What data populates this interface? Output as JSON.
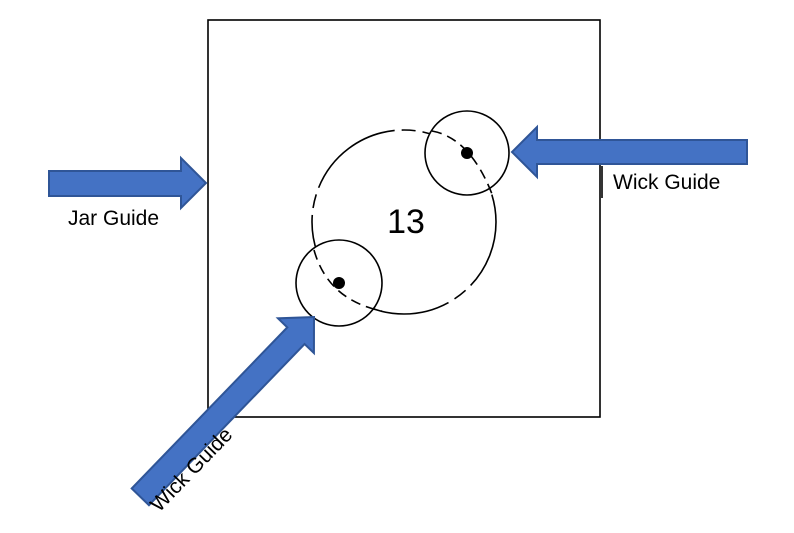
{
  "diagram": {
    "center_number": "13",
    "labels": {
      "jar_guide": "Jar Guide",
      "wick_guide_right": "Wick Guide",
      "wick_guide_diagonal": "Wick Guide"
    }
  },
  "colors": {
    "arrow_fill": "#4472C4",
    "arrow_stroke": "#2F5597",
    "line": "#000000",
    "background": "#FFFFFF"
  }
}
